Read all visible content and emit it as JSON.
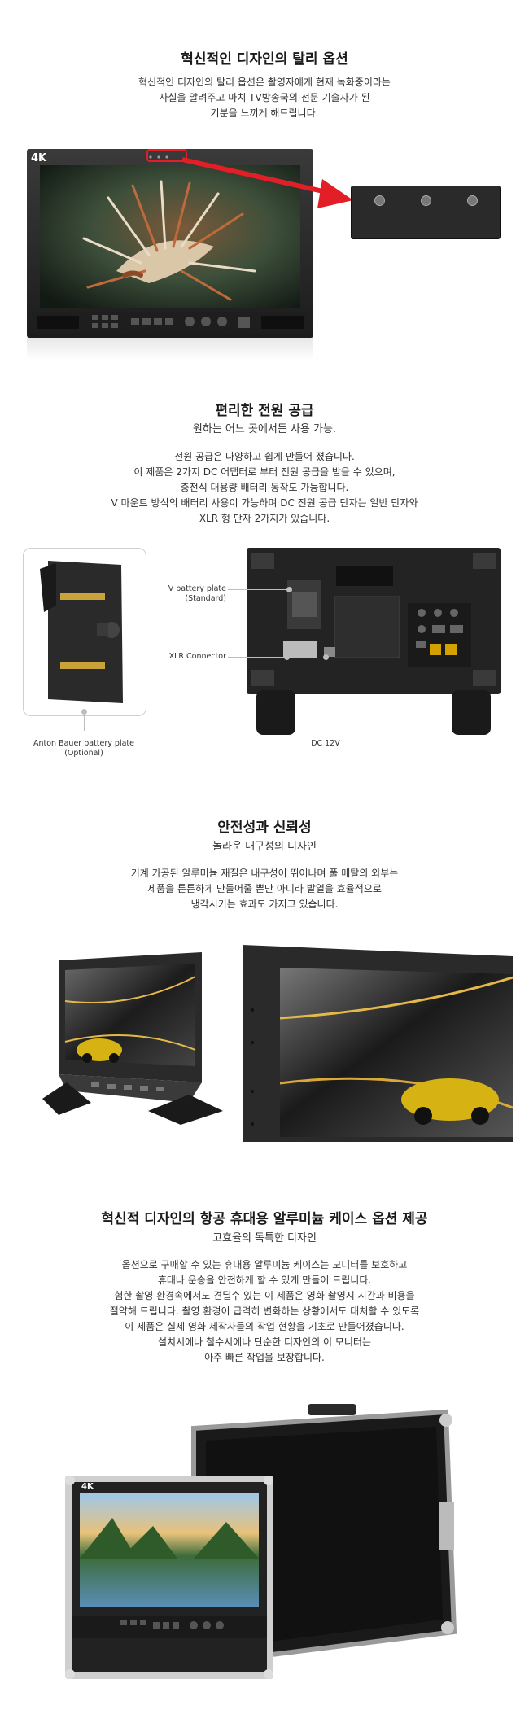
{
  "sections": [
    {
      "title": "혁신적인 디자인의 탈리 옵션",
      "lines": [
        "혁신적인 디자인의 탈리 옵션은 촬영자에게 현재 녹화중이라는",
        "사실을 알려주고  마치 TV방송국의 전문 기술자가 된",
        "기분을 느끼게 해드립니다."
      ]
    },
    {
      "title": "편리한 전원 공급",
      "subtitle": "원하는 어느 곳에서든 사용 가능.",
      "lines": [
        "전원 공급은 다양하고 쉽게 만들어 졌습니다.",
        "이 제품은 2가지 DC 어댑터로 부터 전원 공급을 받을 수 있으며,",
        "충전식 대용량 배터리 동작도 가능합니다.",
        "V 마운트 방식의 배터리 사용이 가능하며 DC 전원 공급 단자는 일반 단자와",
        "XLR 형 단자 2가지가 있습니다."
      ],
      "callouts": {
        "vbattery_line1": "V battery plate",
        "vbattery_line2": "(Standard)",
        "xlr": "XLR Connector",
        "dc": "DC 12V",
        "anton_line1": "Anton Bauer battery plate",
        "anton_line2": "(Optional)"
      }
    },
    {
      "title": "안전성과 신뢰성",
      "subtitle": "놀라운 내구성의 디자인",
      "lines": [
        "기계 가공된 알루미늄 재질은 내구성이 뛰어나며 풀 메탈의 외부는",
        "제품을 튼튼하게 만들어줄 뿐만 아니라 발열을 효율적으로",
        "냉각시키는 효과도 가지고 있습니다."
      ]
    },
    {
      "title": "혁신적 디자인의 항공 휴대용 알루미늄 케이스 옵션 제공",
      "subtitle": "고효율의 독특한 디자인",
      "lines": [
        "옵션으로 구매할 수 있는 휴대용 알루미늄 케이스는 모니터를 보호하고",
        "휴대나 운송을 안전하게 할 수 있게 만들어 드립니다.",
        "험한 촬영 환경속에서도 견딜수 있는 이 제품은 영화 촬영시 시간과 비용을",
        "절약해 드립니다. 촬영 환경이 급격히 변화하는 상황에서도 대처할 수 있도록",
        "이 제품은 실제 영화 제작자들의 작업 현황을 기초로 만들어졌습니다.",
        "설치시에나 철수시에나 단순한 디자인의 이 모니터는",
        "아주 빠른 작업을 보장합니다."
      ]
    }
  ],
  "badges": {
    "k4": "4K"
  },
  "colors": {
    "accent_red": "#e21f26",
    "bezel": "#2b2b2b",
    "leader": "#bdbdbd"
  }
}
